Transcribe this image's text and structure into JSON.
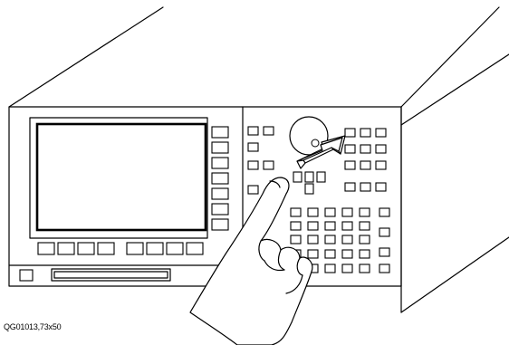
{
  "figure": {
    "caption": "QG01013,73x50",
    "icons": [
      "instrument-front-panel",
      "display-screen",
      "rotary-knob",
      "pointing-arrow-icon",
      "pointing-hand-icon",
      "disk-drive-slot"
    ]
  }
}
